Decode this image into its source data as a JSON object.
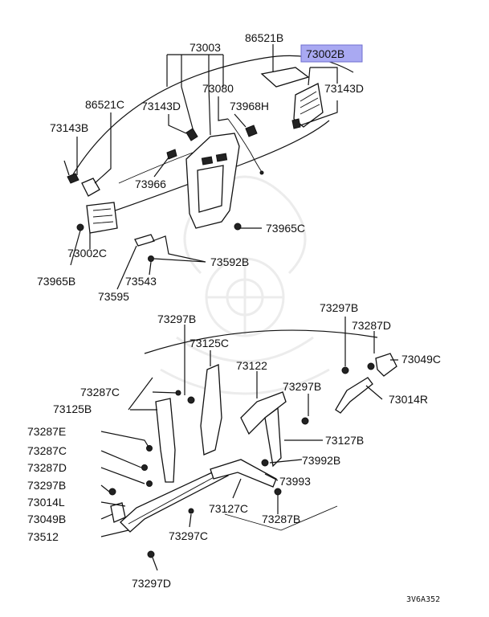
{
  "diagram": {
    "highlight_color": "#a9a9f2",
    "highlighted_part": "73002B",
    "diagram_code": "3V6A352",
    "labels": {
      "p73003": "73003",
      "p86521B": "86521B",
      "p73002B": "73002B",
      "p73080": "73080",
      "p73143D_a": "73143D",
      "p73143D_b": "73143D",
      "p86521C": "86521C",
      "p73968H": "73968H",
      "p73143B": "73143B",
      "p73966": "73966",
      "p73965C": "73965C",
      "p73002C": "73002C",
      "p73592B": "73592B",
      "p73965B": "73965B",
      "p73543": "73543",
      "p73595": "73595",
      "p73297B_a": "73297B",
      "p73297B_b": "73297B",
      "p73287D_a": "73287D",
      "p73125C": "73125C",
      "p73049C": "73049C",
      "p73122": "73122",
      "p73287C_a": "73287C",
      "p73297B_c": "73297B",
      "p73014R": "73014R",
      "p73125B": "73125B",
      "p73287E": "73287E",
      "p73127B": "73127B",
      "p73287C_b": "73287C",
      "p73992B": "73992B",
      "p73287D_b": "73287D",
      "p73993": "73993",
      "p73297B_d": "73297B",
      "p73014L": "73014L",
      "p73127C": "73127C",
      "p73049B": "73049B",
      "p73287B": "73287B",
      "p73512": "73512",
      "p73297C": "73297C",
      "p73297D": "73297D"
    }
  }
}
